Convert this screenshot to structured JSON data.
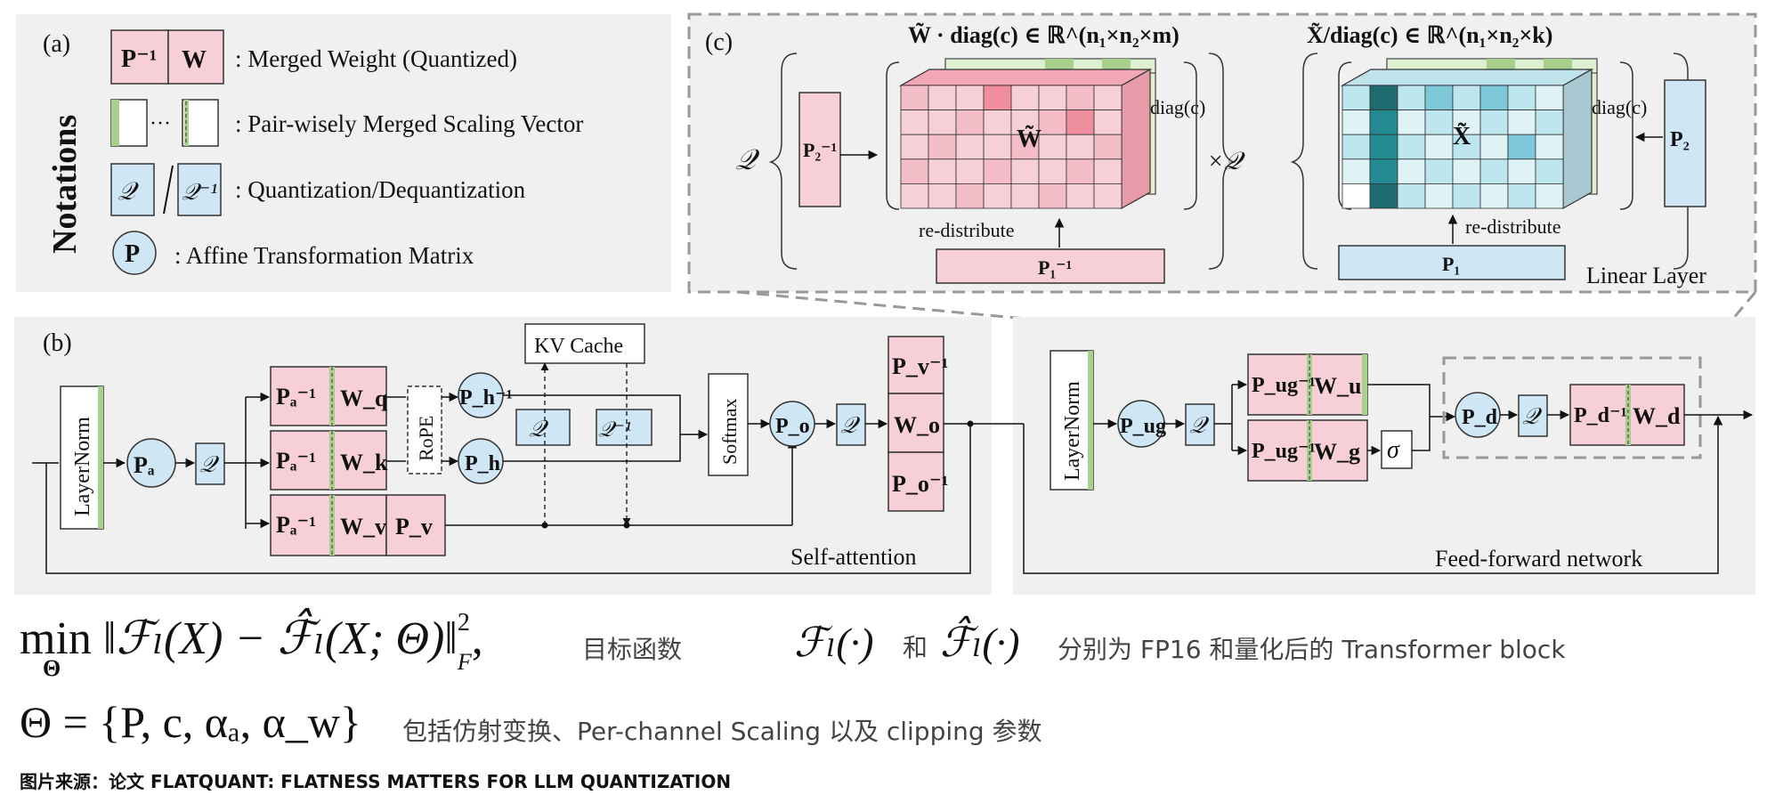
{
  "notations": {
    "label_a": "(a)",
    "title": "Notations",
    "merged_weight": ": Merged Weight (Quantized)",
    "scaling_vector": ": Pair-wisely Merged Scaling Vector",
    "quantization": ": Quantization/Dequantization",
    "affine": ": Affine Transformation Matrix",
    "p_inv": "P⁻¹",
    "w": "W",
    "q": "𝒬",
    "q_inv": "𝒬⁻¹",
    "p": "P",
    "dots": "···"
  },
  "panel_c": {
    "label": "(c)",
    "w_title": "W̃ · diag(c) ∈ ℝ^(n₁×n₂×m)",
    "x_title": "X̃/diag(c) ∈ ℝ^(n₁×n₂×k)",
    "q_left": "𝒬",
    "times_q": "×𝒬",
    "p2_inv": "P₂⁻¹",
    "p2": "P₂",
    "w_tilde": "W̃",
    "x_tilde": "X̃",
    "diag_c": "diag(c)",
    "redistribute": "re-distribute",
    "p1_inv": "P₁⁻¹",
    "p1": "P₁",
    "linear_layer": "Linear Layer"
  },
  "panel_b": {
    "label": "(b)",
    "layernorm": "LayerNorm",
    "pa": "Pₐ",
    "q": "𝒬",
    "pa_inv": "Pₐ⁻¹",
    "wq": "W_q",
    "wk": "W_k",
    "wv": "W_v",
    "pv": "P_v",
    "rope": "RoPE",
    "ph_inv": "P_h⁻¹",
    "ph": "P_h",
    "kv_cache": "KV Cache",
    "q_inv": "𝒬⁻¹",
    "softmax": "Softmax",
    "po": "P_o",
    "pv_inv": "P_v⁻¹",
    "wo": "W_o",
    "po_inv": "P_o⁻¹",
    "self_attention": "Self-attention"
  },
  "ffn": {
    "layernorm": "LayerNorm",
    "pug": "P_ug",
    "q": "𝒬",
    "pug_inv": "P_ug⁻¹",
    "wu": "W_u",
    "wg": "W_g",
    "sigma": "σ",
    "pd": "P_d",
    "pd_inv": "P_d⁻¹",
    "wd": "W_d",
    "label": "Feed-forward network"
  },
  "text": {
    "objective_cn": "目标函数",
    "he": "和",
    "desc_cn": "分别为 FP16 和量化后的 Transformer block",
    "theta_cn": "包括仿射变换、Per-channel Scaling 以及 clipping 参数",
    "source": "图片来源：论文 FLATQUANT: FLATNESS MATTERS FOR LLM QUANTIZATION"
  },
  "formulas": {
    "min": "min",
    "theta_sub": "Θ",
    "objective_body": "‖ℱₗ(X) − ℱ̂ₗ(X; Θ)‖",
    "objective_sup": "2",
    "objective_sub": "F",
    "objective_tail": ",",
    "f_l": "ℱₗ(·)",
    "f_hat_l": "ℱ̂ₗ(·)",
    "theta_set": "Θ = {P, c, αₐ, α_w}"
  },
  "colors": {
    "pink": "#f7cfd6",
    "pink_dark": "#f1a7b5",
    "blue": "#cfe6f4",
    "green": "#a8d08d",
    "panel_bg": "#f0f0f0",
    "teal_dark": "#1e6b70",
    "teal_mid": "#7cc8d8"
  }
}
